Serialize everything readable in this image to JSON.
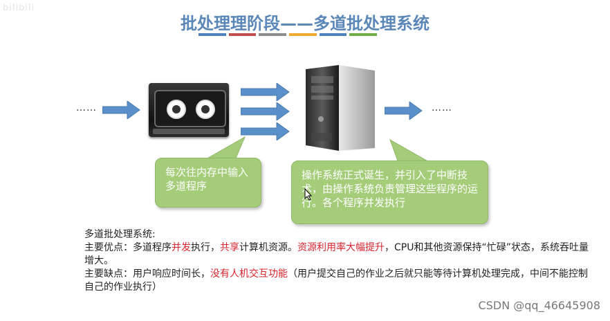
{
  "watermark": "bilibili",
  "title": "批处理理阶段——多道批处理系统",
  "title_colors": [
    "#4f81bd",
    "#c0504d",
    "#8c8c8c",
    "#f0a830",
    "#4f81bd",
    "#70ad47"
  ],
  "diagram": {
    "left_dots": "……",
    "right_dots": "……",
    "bubble_left": "每次往内存中输入多道程序",
    "bubble_right": "操作系统正式诞生，并引入了中断技术，由操作系统负责管理这些程序的运行。各个程序并发执行"
  },
  "notes": {
    "heading": "多道批处理系统:",
    "pros_label": "主要优点：多道程序",
    "pros_hl1": "并发",
    "pros_t2": "执行，",
    "pros_hl2": "共享",
    "pros_t3": "计算机资源。",
    "pros_hl3": "资源利用率大幅提升",
    "pros_t4": "，CPU和其他资源保持“忙碌”状态，系统吞吐量增大。",
    "cons_label": "主要缺点：用户响应时间长，",
    "cons_hl": "没有人机交互功能",
    "cons_t2": "（用户提交自己的作业之后就只能等待计算机处理完成，中间不能控制自己的作业执行）"
  },
  "footer_watermark": "CSDN @qq_46645908"
}
